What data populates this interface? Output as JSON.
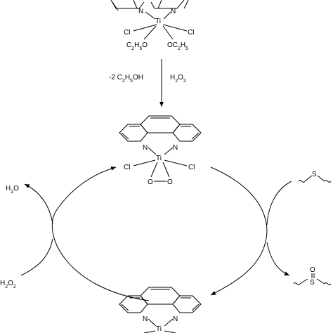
{
  "top_complex": {
    "atoms": {
      "n_left": "N",
      "n_right": "N",
      "metal": "Ti",
      "cl_left": "Cl",
      "cl_right": "Cl"
    },
    "ligand_left": "C2H5O",
    "ligand_right": "OC2H5"
  },
  "step_arrow": {
    "left_label": "-2 C2H5OH",
    "right_label": "H2O2"
  },
  "peroxo_complex": {
    "atoms": {
      "n_left": "N",
      "n_right": "N",
      "metal": "Ti",
      "cl_left": "Cl",
      "cl_right": "Cl",
      "o_left": "O",
      "o_right": "O"
    }
  },
  "cycle": {
    "left_top_label": "H2O",
    "left_bottom_label": "H2O2",
    "right_top_label": "S",
    "right_bottom_label": "S",
    "sulfoxide_oxygen": "O"
  },
  "bottom_complex": {
    "atoms": {
      "n_left": "N",
      "n_right": "N",
      "metal": "Ti"
    }
  }
}
